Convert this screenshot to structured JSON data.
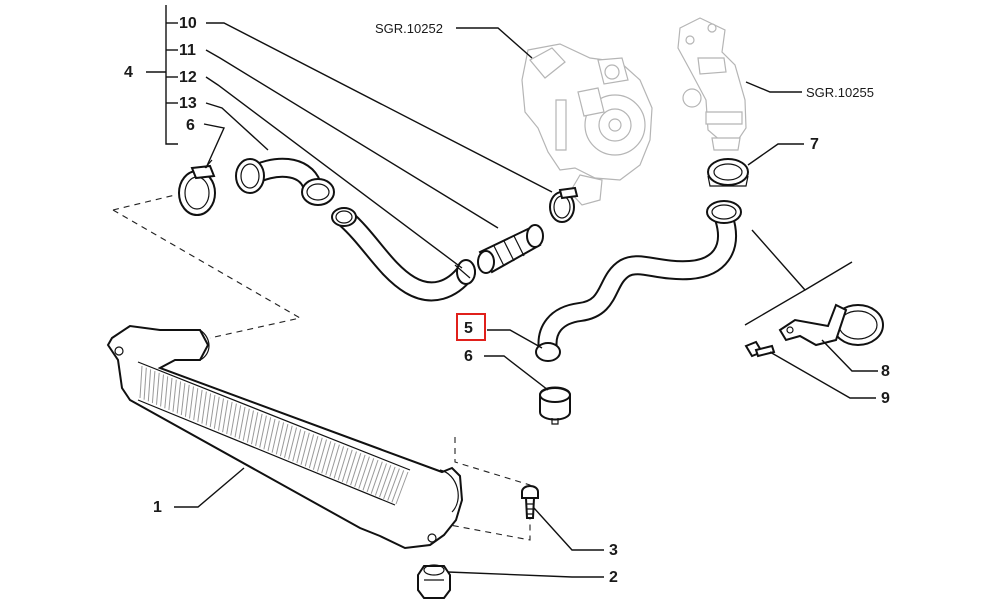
{
  "diagram": {
    "title": "Intercooler and turbo charge-air hoses exploded view",
    "highlight_color": "#e0201b",
    "line_color": "#111111",
    "ghost_color": "#b5b5b5",
    "callouts": {
      "c1": "1",
      "c2": "2",
      "c3": "3",
      "c4": "4",
      "c5": "5",
      "c6a": "6",
      "c6b": "6",
      "c7": "7",
      "c8": "8",
      "c9": "9",
      "c10": "10",
      "c11": "11",
      "c12": "12",
      "c13": "13"
    },
    "references": {
      "turbo": "SGR.10252",
      "intake": "SGR.10255"
    },
    "highlighted_callout": "5"
  }
}
